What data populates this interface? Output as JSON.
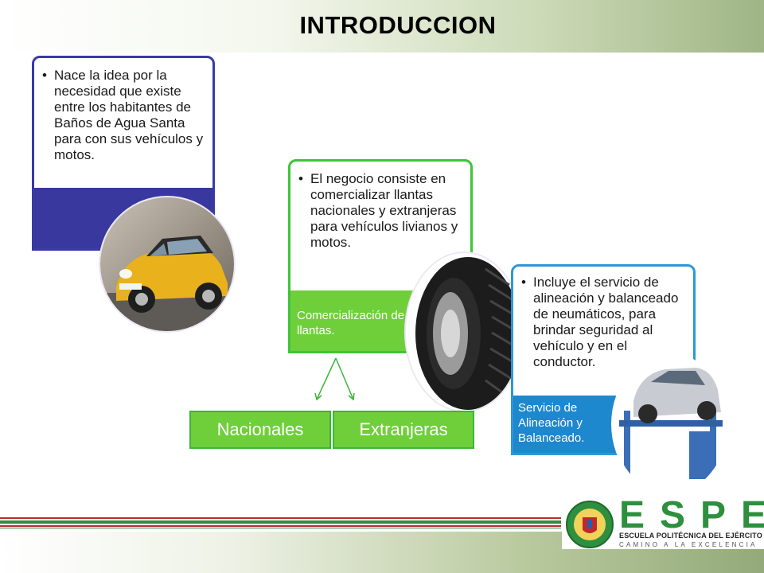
{
  "slide": {
    "title": "INTRODUCCION"
  },
  "cards": {
    "card1": {
      "bullet": "•",
      "text": "Nace la idea por la necesidad que existe entre los habitantes de Baños de Agua Santa para con sus vehículos y motos."
    },
    "card2": {
      "bullet": "•",
      "text": "El negocio consiste en comercializar llantas nacionales y extranjeras para vehículos livianos y motos.",
      "label": "Comercialización de llantas."
    },
    "card3": {
      "bullet": "•",
      "text": "Incluye el servicio de alineación y balanceado de neumáticos, para brindar seguridad al vehículo y en el conductor.",
      "label": "Servicio de Alineación y Balanceado."
    }
  },
  "sub_boxes": {
    "nacionales": "Nacionales",
    "extranjeras": "Extranjeras"
  },
  "images": {
    "car": "yellow-mini-car-photo",
    "tire": "tire-photo",
    "lift": "car-on-lift-photo"
  },
  "logo": {
    "word": "ESPE",
    "school": "ESCUELA POLITÉCNICA DEL EJÉRCITO",
    "motto": "CAMINO A LA EXCELENCIA"
  },
  "colors": {
    "card1_accent": "#38389e",
    "card2_accent": "#6fcf3a",
    "card3_accent": "#1e88cf",
    "logo_green": "#2e8f3e"
  }
}
